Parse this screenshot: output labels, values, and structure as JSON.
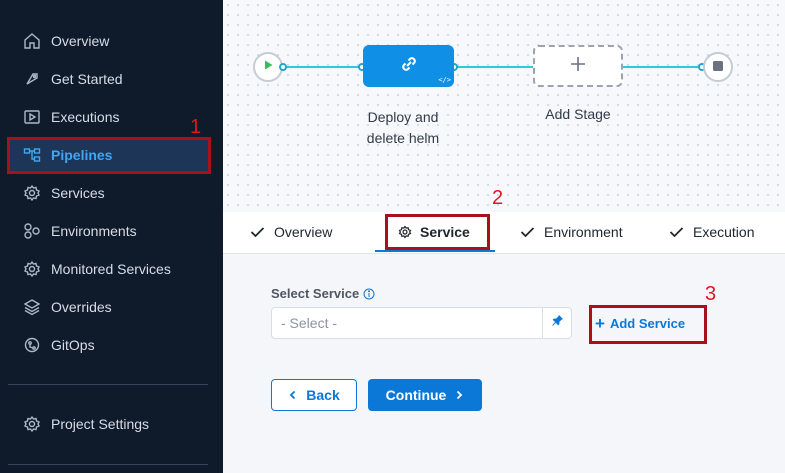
{
  "sidebar": {
    "items": [
      {
        "label": "Overview",
        "icon": "home-icon"
      },
      {
        "label": "Get Started",
        "icon": "rocket-icon"
      },
      {
        "label": "Executions",
        "icon": "executions-icon"
      },
      {
        "label": "Pipelines",
        "icon": "pipeline-icon",
        "active": true
      },
      {
        "label": "Services",
        "icon": "gear-icon"
      },
      {
        "label": "Environments",
        "icon": "environment-icon"
      },
      {
        "label": "Monitored Services",
        "icon": "monitor-gear-icon"
      },
      {
        "label": "Overrides",
        "icon": "layers-icon"
      },
      {
        "label": "GitOps",
        "icon": "gitops-icon"
      }
    ],
    "settings_label": "Project Settings"
  },
  "pipeline": {
    "stage_label": "Deploy and\ndelete helm",
    "stage_label_line1": "Deploy and",
    "stage_label_line2": "delete helm",
    "add_stage_label": "Add Stage"
  },
  "tabs": [
    {
      "label": "Overview",
      "done": true
    },
    {
      "label": "Service",
      "active": true
    },
    {
      "label": "Environment",
      "done": true
    },
    {
      "label": "Execution",
      "done": true
    }
  ],
  "form": {
    "select_service_label": "Select Service",
    "select_placeholder": "- Select -",
    "add_service_label": "Add Service",
    "back_label": "Back",
    "continue_label": "Continue"
  },
  "annotations": [
    "1",
    "2",
    "3"
  ],
  "colors": {
    "sidebar_bg": "#0f1a2b",
    "accent": "#0b78d8",
    "active_nav": "#3ea7f7",
    "annotation": "#a8101a"
  }
}
